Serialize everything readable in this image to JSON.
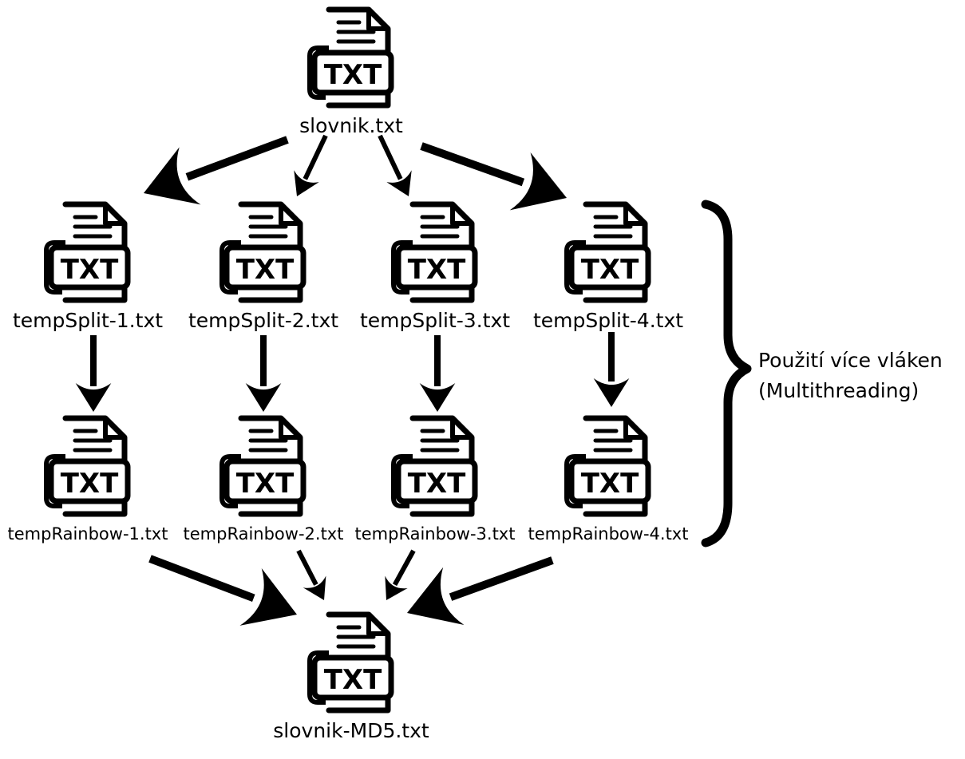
{
  "icon_text": "TXT",
  "source": {
    "name": "slovnik.txt",
    "icon": "txt-file-icon"
  },
  "splits": [
    {
      "name": "tempSplit-1.txt"
    },
    {
      "name": "tempSplit-2.txt"
    },
    {
      "name": "tempSplit-3.txt"
    },
    {
      "name": "tempSplit-4.txt"
    }
  ],
  "rainbows": [
    {
      "name": "tempRainbow-1.txt"
    },
    {
      "name": "tempRainbow-2.txt"
    },
    {
      "name": "tempRainbow-3.txt"
    },
    {
      "name": "tempRainbow-4.txt"
    }
  ],
  "result": {
    "name": "slovnik-MD5.txt",
    "icon": "txt-file-icon"
  },
  "bracket_label": {
    "line1": "Použití více vláken",
    "line2": "(Multithreading)"
  }
}
